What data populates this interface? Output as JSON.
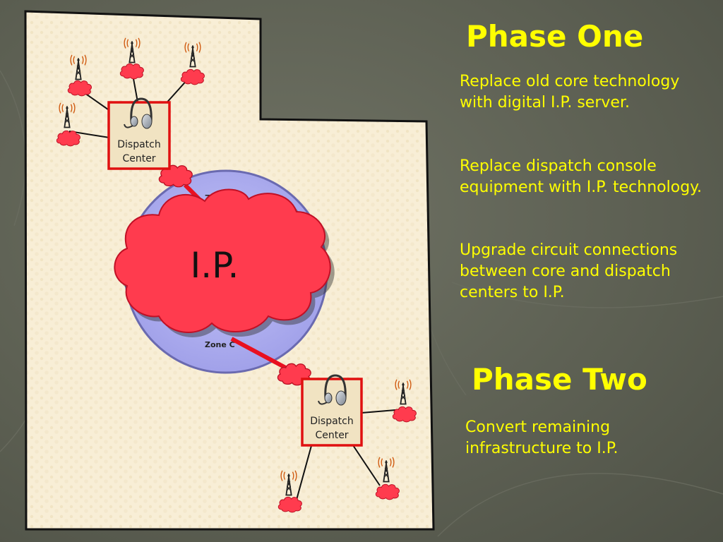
{
  "map": {
    "ip_label": "I.P.",
    "zone_top_label": "Zone A",
    "zone_bottom_label": "Zone C",
    "dispatch_top": {
      "line1": "Dispatch",
      "line2": "Center"
    },
    "dispatch_bottom": {
      "line1": "Dispatch",
      "line2": "Center"
    }
  },
  "phase_one": {
    "title": "Phase One",
    "items": [
      "Replace old core technology with digital I.P. server.",
      "Replace dispatch console equipment with I.P. technology.",
      "Upgrade circuit connections between core and dispatch centers to I.P."
    ]
  },
  "phase_two": {
    "title": "Phase Two",
    "items": [
      "Convert remaining infrastructure to I.P."
    ]
  },
  "colors": {
    "heading_text": "#ffff00",
    "body_text": "#ffff00",
    "map_fill": "#f7ecd2",
    "cloud_red": "#ff3b4e",
    "zone_circle": "#a9a9f0",
    "dispatch_border": "#e01010"
  },
  "icons": [
    "radio-tower-icon",
    "headset-icon",
    "network-cloud-icon"
  ]
}
